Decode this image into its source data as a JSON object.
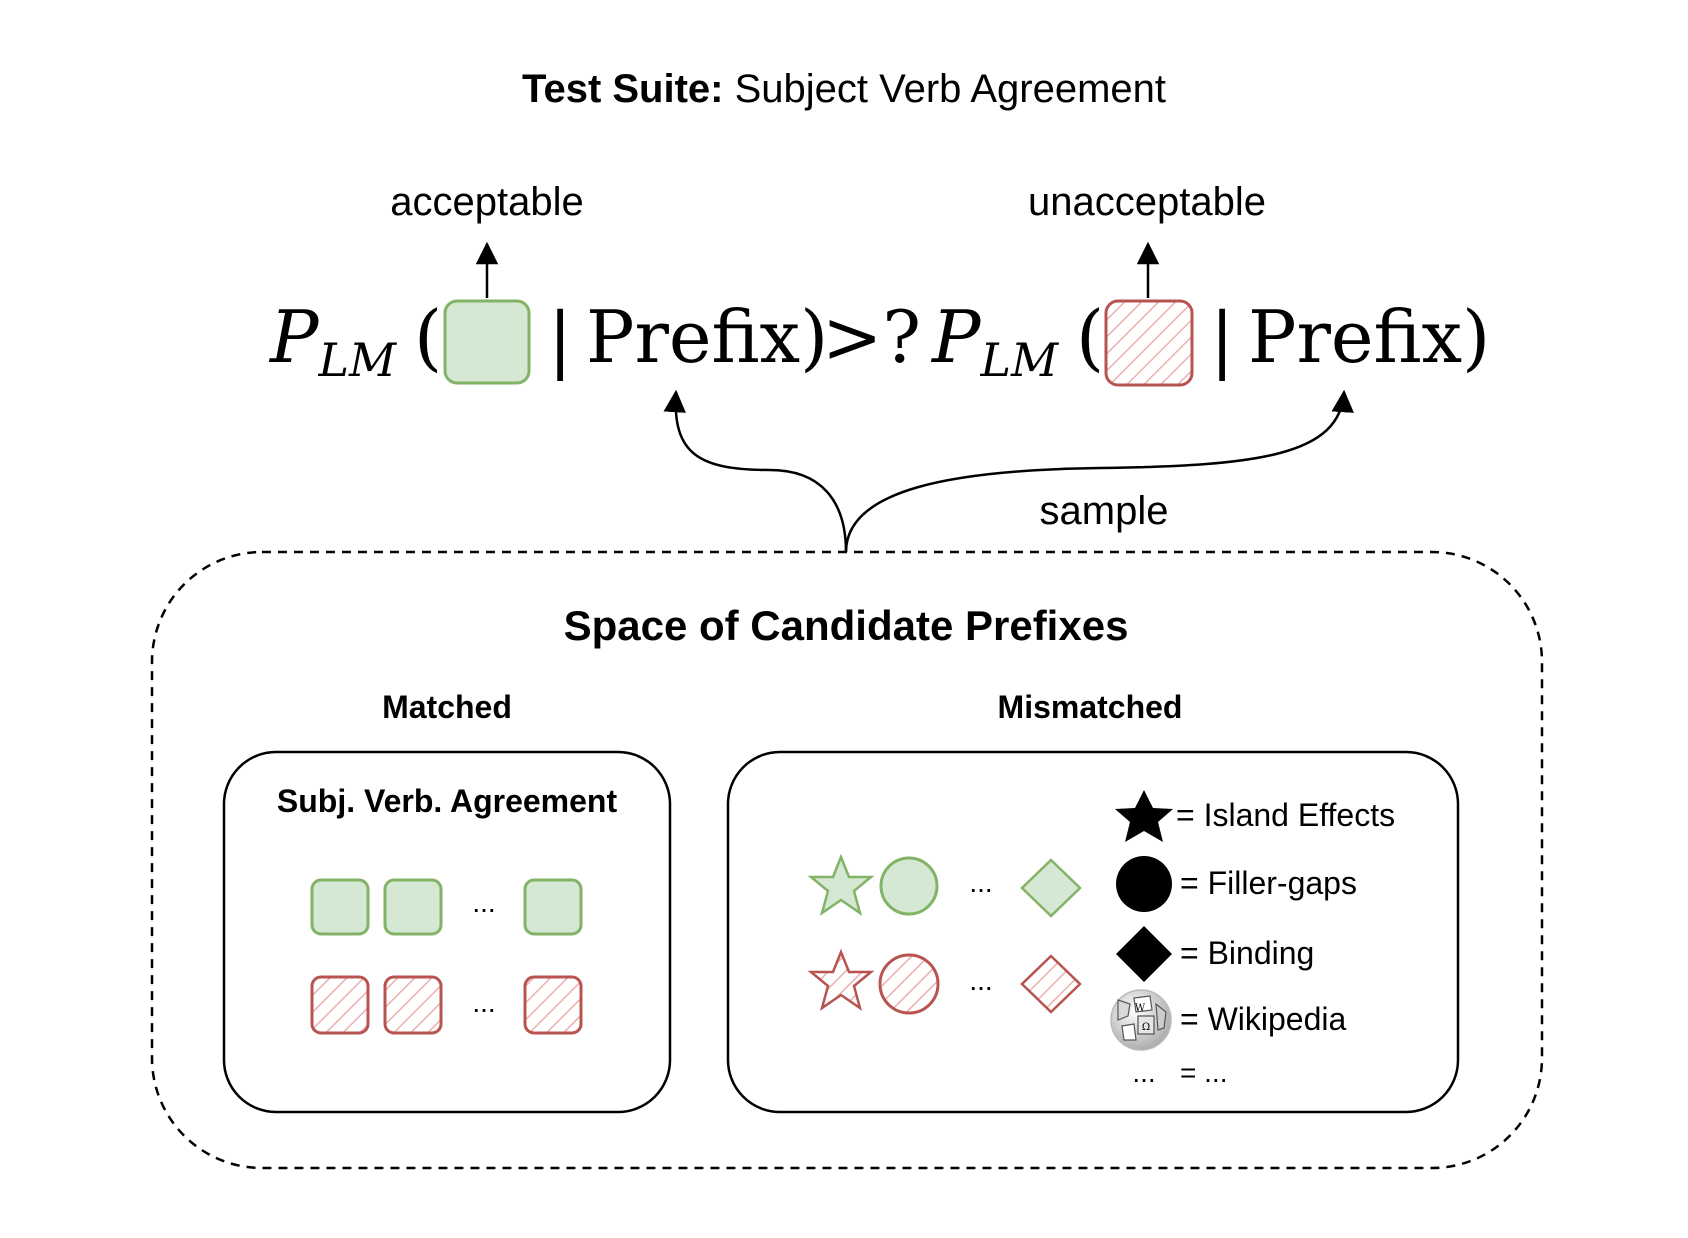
{
  "title": {
    "bold": "Test Suite:",
    "rest": " Subject Verb Agreement"
  },
  "labels": {
    "acceptable": "acceptable",
    "unacceptable": "unacceptable",
    "sample": "sample"
  },
  "formula": {
    "p": "P",
    "sub": "LM",
    "open_paren": "(",
    "bar": "|",
    "prefix": "Prefix",
    "close_paren": ")",
    "compare": ">?"
  },
  "space": {
    "title": "Space of Candidate Prefixes",
    "matched_label": "Matched",
    "mismatched_label": "Mismatched",
    "matched_box_title": "Subj. Verb. Agreement",
    "ellipsis": "..."
  },
  "legend": {
    "items": [
      {
        "icon": "star-icon",
        "text": "= Island Effects"
      },
      {
        "icon": "circle-icon",
        "text": "= Filler-gaps"
      },
      {
        "icon": "diamond-icon",
        "text": "= Binding"
      },
      {
        "icon": "wikipedia-globe-icon",
        "text": "= Wikipedia"
      },
      {
        "icon": "ellipsis",
        "text": "= ..."
      }
    ],
    "more": "..."
  },
  "colors": {
    "green_fill": "#d5e8d4",
    "green_stroke": "#82b366",
    "red_stroke": "#b85450",
    "red_hatch": "#e8a9a7"
  }
}
